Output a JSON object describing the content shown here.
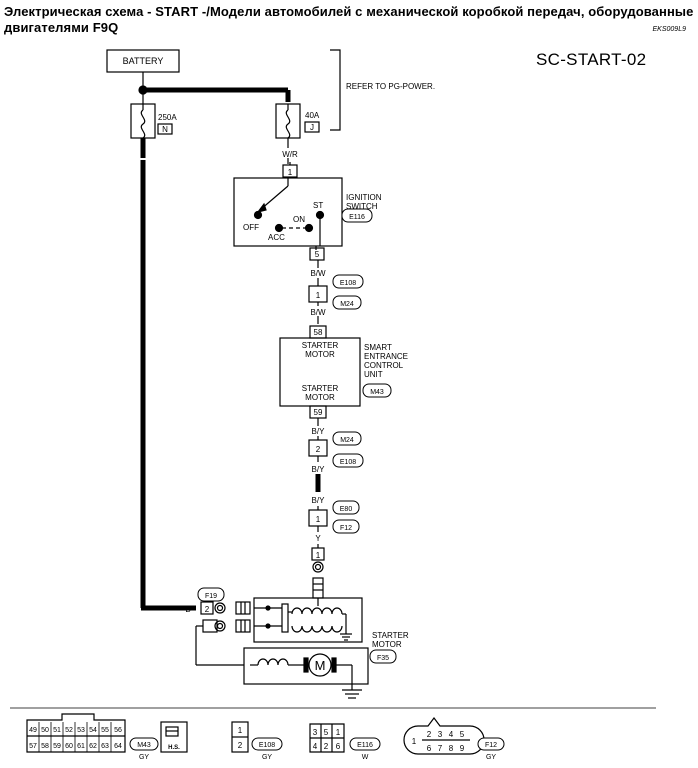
{
  "header": {
    "title": "Электрическая схема - START -/Модели автомобилей с механической коробкой передач, оборудованные двигателями F9Q",
    "code": "EKS009L9"
  },
  "sheet_id": "SC-START-02",
  "battery_label": "BATTERY",
  "refer_note": "REFER TO PG-POWER.",
  "fuses": [
    {
      "rating": "250A",
      "letter": "N",
      "wire": "B"
    },
    {
      "rating": "40A",
      "letter": "J",
      "wire": "W/R"
    }
  ],
  "ignition": {
    "title": [
      "IGNITION",
      "SWITCH"
    ],
    "connector": "E116",
    "in_pin": "1",
    "out_pin": "5",
    "positions": {
      "off": "OFF",
      "acc": "ACC",
      "on": "ON",
      "st": "ST"
    }
  },
  "wires": {
    "bw1": "B/W",
    "bw2": "B/W",
    "by1": "B/Y",
    "by2": "B/Y",
    "by3": "B/Y",
    "y": "Y",
    "b": "B"
  },
  "joints": [
    {
      "pin": "1",
      "top": "E108",
      "bottom": "M24"
    },
    {
      "pin": "2",
      "top": "M24",
      "bottom": "E108"
    },
    {
      "pin": "1",
      "top": "E80",
      "bottom": "F12"
    }
  ],
  "scu": {
    "title": [
      "SMART",
      "ENTRANCE",
      "CONTROL",
      "UNIT"
    ],
    "connector": "M43",
    "in_pin": "58",
    "out_pin": "59",
    "func_top": [
      "STARTER",
      "MOTOR"
    ],
    "func_bottom": [
      "STARTER",
      "MOTOR"
    ]
  },
  "starter": {
    "title": [
      "STARTER",
      "MOTOR"
    ],
    "connector": "F35",
    "pin_top": "1",
    "pin_b": "2",
    "f19": "F19",
    "motor_symbol": "M"
  },
  "connectors": {
    "m43": {
      "row1": [
        "49",
        "50",
        "51",
        "52",
        "53",
        "54",
        "55",
        "56"
      ],
      "row2": [
        "57",
        "58",
        "59",
        "60",
        "61",
        "62",
        "63",
        "64"
      ],
      "code": "M43",
      "color": "GY",
      "hs": "H.S."
    },
    "e108": {
      "pins": [
        "1",
        "2"
      ],
      "code": "E108",
      "color": "GY"
    },
    "e116": {
      "row1": [
        "3",
        "5",
        "1"
      ],
      "row2": [
        "4",
        "2",
        "6"
      ],
      "code": "E116",
      "color": "W"
    },
    "f12": {
      "pin_left": "1",
      "row1": [
        "2",
        "3",
        "4",
        "5"
      ],
      "row2": [
        "6",
        "7",
        "8",
        "9"
      ],
      "code": "F12",
      "color": "GY"
    }
  }
}
